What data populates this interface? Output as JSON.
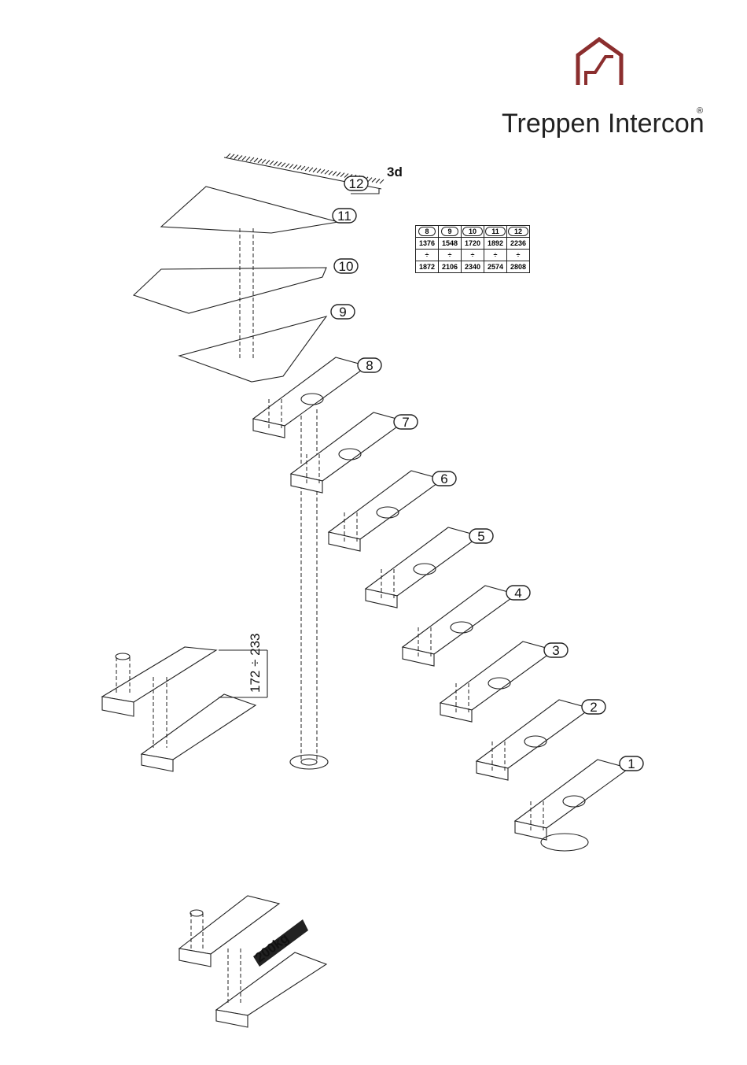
{
  "brand": {
    "name": "Treppen Intercon",
    "registered": "®",
    "color": "#8b2e2e"
  },
  "steps": [
    "1",
    "2",
    "3",
    "4",
    "5",
    "6",
    "7",
    "8",
    "9",
    "10",
    "11",
    "12"
  ],
  "top_note": "3d",
  "table": {
    "headers": [
      "8",
      "9",
      "10",
      "11",
      "12"
    ],
    "row1": [
      "1376",
      "1548",
      "1720",
      "1892",
      "2236"
    ],
    "row2": [
      "÷",
      "÷",
      "÷",
      "÷",
      "÷"
    ],
    "row3": [
      "1872",
      "2106",
      "2340",
      "2574",
      "2808"
    ]
  },
  "dimension": {
    "range": "172 ÷ 233"
  },
  "load": {
    "text": "200kg"
  }
}
